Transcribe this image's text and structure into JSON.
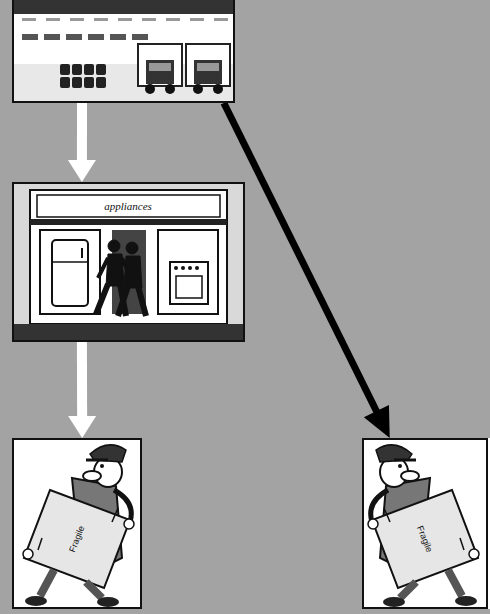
{
  "diagram": {
    "nodes": [
      {
        "text": []
      },
      {
        "text": [
          "appliances"
        ]
      },
      {
        "text": [
          "Fragile"
        ]
      },
      {
        "text": [
          "Fragile"
        ]
      }
    ],
    "edges": [
      {
        "from": 0,
        "to": 1,
        "arrow": "to"
      },
      {
        "from": 1,
        "to": 2,
        "arrow": "to"
      },
      {
        "from": 0,
        "to": 3,
        "arrow": "to"
      }
    ]
  }
}
